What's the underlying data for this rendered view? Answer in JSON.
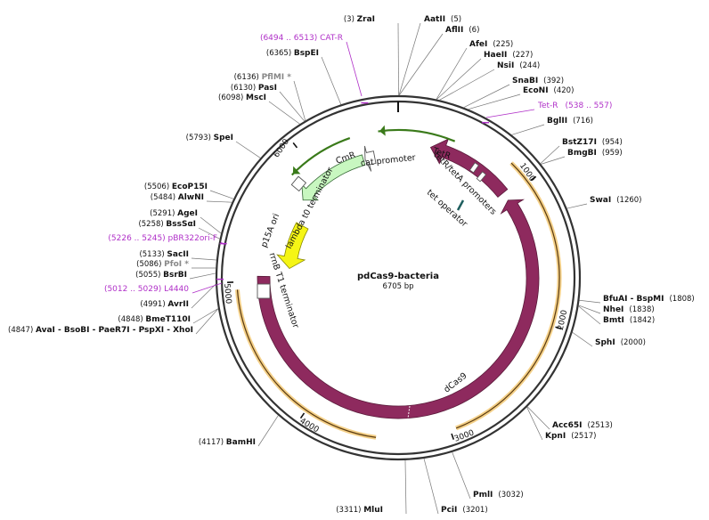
{
  "plasmid": {
    "name": "pdCas9-bacteria",
    "length_label": "6705 bp",
    "length": 6705
  },
  "colors": {
    "backbone": "#333333",
    "dcas9": "#8e2a5e",
    "tetr": "#8e2a5e",
    "cmr": "#c8f7c0",
    "p15a": "#f5f515",
    "orf_band": "#f0c060",
    "primer": "#b030c8",
    "green_arrow": "#3a7a1a"
  },
  "ticks": [
    {
      "pos": 1000,
      "label": "1000"
    },
    {
      "pos": 2000,
      "label": "2000"
    },
    {
      "pos": 3000,
      "label": "3000"
    },
    {
      "pos": 4000,
      "label": "4000"
    },
    {
      "pos": 5000,
      "label": "5000"
    },
    {
      "pos": 6000,
      "label": "6000"
    }
  ],
  "features": [
    {
      "name": "TetR",
      "label": "TetR"
    },
    {
      "name": "dCas9",
      "label": "dCas9"
    },
    {
      "name": "CmR",
      "label": "CmR"
    },
    {
      "name": "p15A ori",
      "label": "p15A ori"
    },
    {
      "name": "cat promoter",
      "label": "cat promoter"
    },
    {
      "name": "tetR/tetA promoters",
      "label": "tetR/tetA promoters"
    },
    {
      "name": "tet operator",
      "label": "tet operator"
    },
    {
      "name": "lambda t0 terminator",
      "label": "lambda t0 terminator"
    },
    {
      "name": "rrnB T1 terminator",
      "label": "rrnB T1 terminator"
    }
  ],
  "enzymes": [
    {
      "pos": "(3)",
      "name": "ZraI"
    },
    {
      "pos": "(5)",
      "name": "AatII"
    },
    {
      "pos": "(6)",
      "name": "AflII"
    },
    {
      "pos": "(225)",
      "name": "AfeI"
    },
    {
      "pos": "(227)",
      "name": "HaeII"
    },
    {
      "pos": "(244)",
      "name": "NsiI"
    },
    {
      "pos": "(392)",
      "name": "SnaBI"
    },
    {
      "pos": "(420)",
      "name": "EcoNI"
    },
    {
      "pos": "(716)",
      "name": "BglII"
    },
    {
      "pos": "(954)",
      "name": "BstZ17I"
    },
    {
      "pos": "(959)",
      "name": "BmgBI"
    },
    {
      "pos": "(1260)",
      "name": "SwaI"
    },
    {
      "pos": "(1808)",
      "name": "BfuAI  - BspMI"
    },
    {
      "pos": "(1838)",
      "name": "NheI"
    },
    {
      "pos": "(1842)",
      "name": "BmtI"
    },
    {
      "pos": "(2000)",
      "name": "SphI"
    },
    {
      "pos": "(2513)",
      "name": "Acc65I"
    },
    {
      "pos": "(2517)",
      "name": "KpnI"
    },
    {
      "pos": "(3032)",
      "name": "PmlI"
    },
    {
      "pos": "(3201)",
      "name": "PciI"
    },
    {
      "pos": "(3311)",
      "name": "MluI"
    },
    {
      "pos": "(4117)",
      "name": "BamHI"
    },
    {
      "pos": "(4847)",
      "name": "AvaI  - BsoBI  - PaeR7I  - PspXI  - XhoI"
    },
    {
      "pos": "(4848)",
      "name": "BmeT110I"
    },
    {
      "pos": "(4991)",
      "name": "AvrII"
    },
    {
      "pos": "(5055)",
      "name": "BsrBI"
    },
    {
      "pos": "(5086)",
      "name": "PfoI *"
    },
    {
      "pos": "(5133)",
      "name": "SacII"
    },
    {
      "pos": "(5258)",
      "name": "BssSαI"
    },
    {
      "pos": "(5291)",
      "name": "AgeI"
    },
    {
      "pos": "(5484)",
      "name": "AlwNI"
    },
    {
      "pos": "(5506)",
      "name": "EcoP15I"
    },
    {
      "pos": "(5793)",
      "name": "SpeI"
    },
    {
      "pos": "(6098)",
      "name": "MscI"
    },
    {
      "pos": "(6130)",
      "name": "PasI"
    },
    {
      "pos": "(6136)",
      "name": "PflMI *"
    },
    {
      "pos": "(6365)",
      "name": "BspEI"
    }
  ],
  "primers": [
    {
      "range": "(6494 .. 6513)",
      "name": "CAT-R"
    },
    {
      "range": "(538 .. 557)",
      "name": "Tet-R"
    },
    {
      "range": "(5226 .. 5245)",
      "name": "pBR322ori-F"
    },
    {
      "range": "(5012 .. 5029)",
      "name": "L4440"
    }
  ]
}
